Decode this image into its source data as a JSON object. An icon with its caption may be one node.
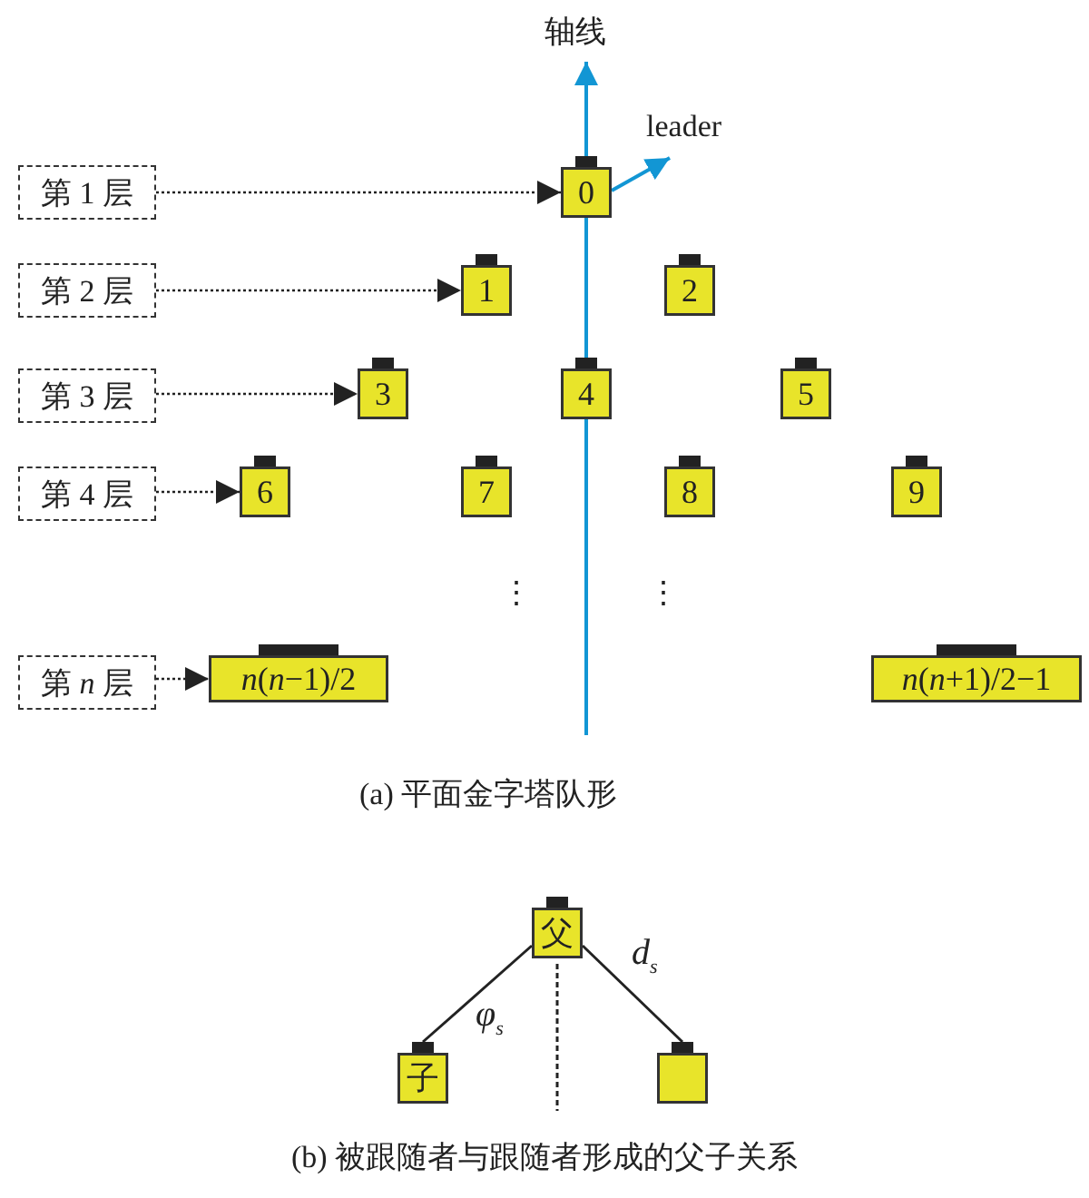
{
  "diagram": {
    "caption": "(b) 被跟随者与跟随者形成的父子关系",
    "nodes": [
      {
        "text": [
          "第 1 层"
        ]
      },
      {
        "text": [
          "第 2 层"
        ]
      },
      {
        "text": [
          "第 3 层"
        ]
      },
      {
        "text": [
          "第 4 层"
        ]
      },
      {
        "text": [
          "第 *n* 层"
        ]
      },
      {
        "text": [
          "0"
        ]
      },
      {
        "text": [
          "1"
        ]
      },
      {
        "text": [
          "2"
        ]
      },
      {
        "text": [
          "3"
        ]
      },
      {
        "text": [
          "4"
        ]
      },
      {
        "text": [
          "5"
        ]
      },
      {
        "text": [
          "6"
        ]
      },
      {
        "text": [
          "7"
        ]
      },
      {
        "text": [
          "8"
        ]
      },
      {
        "text": [
          "9"
        ]
      },
      {
        "text": [
          "*n*(*n*−1)/2"
        ]
      },
      {
        "text": [
          "*n*(*n*+1)/2−1"
        ]
      },
      {
        "text": [
          "父"
        ]
      },
      {
        "text": [
          "子"
        ]
      },
      {
        "text": [],
        "shape": "box"
      }
    ],
    "edges": [
      {
        "from": 0,
        "to": 5,
        "arrow": "to",
        "style": "dashed"
      },
      {
        "from": 1,
        "to": 6,
        "arrow": "to",
        "style": "dashed"
      },
      {
        "from": 2,
        "to": 8,
        "arrow": "to",
        "style": "dashed"
      },
      {
        "from": 3,
        "to": 11,
        "arrow": "to",
        "style": "dashed"
      },
      {
        "from": 4,
        "to": 15,
        "arrow": "to",
        "style": "dashed"
      },
      {
        "from": 5,
        "to": null,
        "arrow": "to",
        "label": "leader",
        "color": "#1296d4"
      },
      {
        "from": 17,
        "to": 18,
        "arrow": "none"
      },
      {
        "from": 17,
        "to": 19,
        "arrow": "none",
        "label": "*d*$_{s}$"
      }
    ],
    "labels": [
      "轴线",
      "⋮",
      "⋮",
      "(a) 平面金字塔队形",
      "*φ*$_{s}$"
    ]
  }
}
